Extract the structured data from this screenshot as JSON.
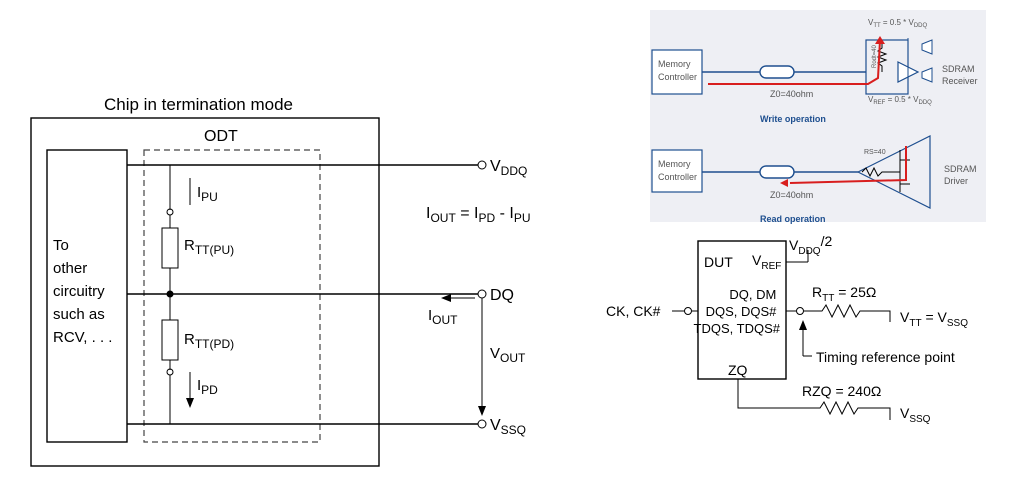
{
  "odt": {
    "title": "Chip in termination mode",
    "odt_label": "ODT",
    "block_lines": [
      "To",
      "other",
      "circuitry",
      "such as",
      "RCV, . . ."
    ],
    "vddq": {
      "main": "V",
      "sub": "DDQ"
    },
    "vssq": {
      "main": "V",
      "sub": "SSQ"
    },
    "dq": "DQ",
    "ipu": {
      "main": "I",
      "sub": "PU"
    },
    "ipd": {
      "main": "I",
      "sub": "PD"
    },
    "rtt_pu": {
      "main": "R",
      "sub": "TT(PU)"
    },
    "rtt_pd": {
      "main": "R",
      "sub": "TT(PD)"
    },
    "iout": {
      "main": "I",
      "sub": "OUT"
    },
    "vout": {
      "main": "V",
      "sub": "OUT"
    },
    "eq": {
      "a": "I",
      "a_sub": "OUT",
      "b": " = I",
      "b_sub": "PD",
      "c": " - I",
      "c_sub": "PU"
    }
  },
  "write_op": {
    "controller": [
      "Memory",
      "Controller"
    ],
    "z0": "Z0=40ohm",
    "vtt": "V   = 0.5 * V",
    "vtt_sub1": "TT",
    "vtt_sub2": "DDQ",
    "rodt": "Rodt=40",
    "vref": "V     = 0.5 * V",
    "vref_sub1": "REF",
    "vref_sub2": "DDQ",
    "receiver": [
      "SDRAM",
      "Receiver"
    ],
    "caption": "Write operation"
  },
  "read_op": {
    "controller": [
      "Memory",
      "Controller"
    ],
    "z0": "Z0=40ohm",
    "rs": "RS=40",
    "driver": [
      "SDRAM",
      "Driver"
    ],
    "caption": "Read operation"
  },
  "dut": {
    "label": "DUT",
    "vref": {
      "main": "V",
      "sub": "REF"
    },
    "vddq2": {
      "main": "V",
      "sub": "DDQ",
      "tail": "/2"
    },
    "pins": [
      "DQ, DM",
      "DQS, DQS#",
      "TDQS, TDQS#"
    ],
    "zq": "ZQ",
    "ck": "CK, CK#",
    "rtt": {
      "main": "R",
      "sub": "TT",
      "tail": " = 25Ω"
    },
    "vtt": {
      "main": "V",
      "sub": "TT",
      "mid": " = V",
      "sub2": "SSQ"
    },
    "timing": "Timing reference point",
    "rzq": "RZQ = 240Ω",
    "vssq": {
      "main": "V",
      "sub": "SSQ"
    }
  },
  "colors": {
    "panel_bg": "#eeeff4",
    "blue": "#1e4f8f",
    "red": "#d81e1e"
  }
}
